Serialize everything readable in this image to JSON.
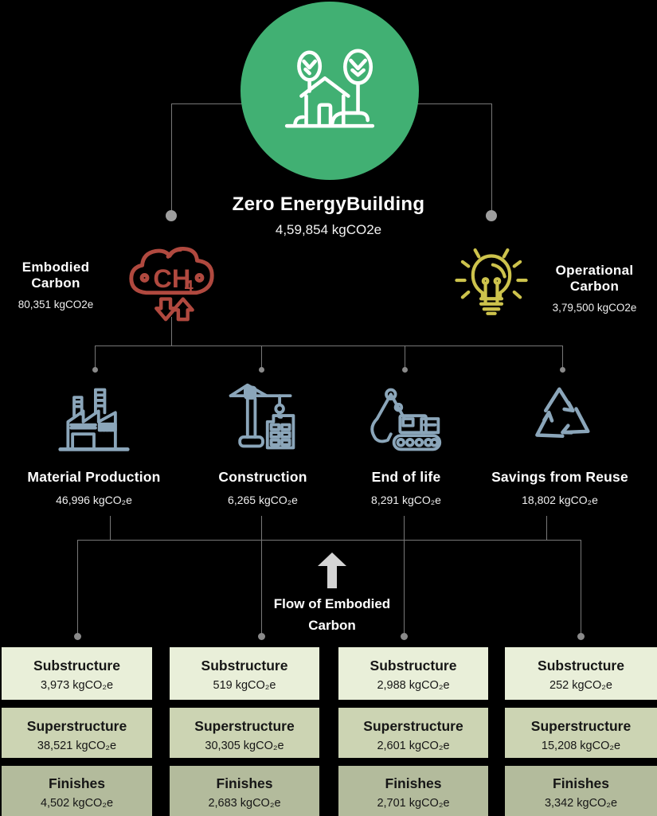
{
  "root": {
    "title": "Zero EnergyBuilding",
    "value": "4,59,854 kgCO2e"
  },
  "branches": {
    "embodied": {
      "label": "Embodied Carbon",
      "value": "80,351 kgCO2e",
      "gas": "CH",
      "gas_subscript": "4"
    },
    "operational": {
      "label": "Operational Carbon",
      "value": "3,79,500 kgCO2e"
    }
  },
  "stages": [
    {
      "label": "Material Production",
      "value": "46,996 kgCO₂e",
      "icon": "factory-icon"
    },
    {
      "label": "Construction",
      "value": "6,265 kgCO₂e",
      "icon": "crane-icon"
    },
    {
      "label": "End of life",
      "value": "8,291 kgCO₂e",
      "icon": "excavator-icon"
    },
    {
      "label": "Savings from Reuse",
      "value": "18,802 kgCO₂e",
      "icon": "recycle-icon"
    }
  ],
  "flow_note": {
    "line1": "Flow of Embodied",
    "line2": "Carbon"
  },
  "breakdown": {
    "columns": [
      {
        "stage": "Material Production",
        "cells": [
          {
            "title": "Substructure",
            "value": "3,973 kgCO₂e"
          },
          {
            "title": "Superstructure",
            "value": "38,521 kgCO₂e"
          },
          {
            "title": "Finishes",
            "value": "4,502 kgCO₂e"
          }
        ]
      },
      {
        "stage": "Construction",
        "cells": [
          {
            "title": "Substructure",
            "value": "519 kgCO₂e"
          },
          {
            "title": "Superstructure",
            "value": "30,305 kgCO₂e"
          },
          {
            "title": "Finishes",
            "value": "2,683 kgCO₂e"
          }
        ]
      },
      {
        "stage": "End of life",
        "cells": [
          {
            "title": "Substructure",
            "value": "2,988 kgCO₂e"
          },
          {
            "title": "Superstructure",
            "value": "2,601 kgCO₂e"
          },
          {
            "title": "Finishes",
            "value": "2,701 kgCO₂e"
          }
        ]
      },
      {
        "stage": "Savings from Reuse",
        "cells": [
          {
            "title": "Substructure",
            "value": "252 kgCO₂e"
          },
          {
            "title": "Superstructure",
            "value": "15,208 kgCO₂e"
          },
          {
            "title": "Finishes",
            "value": "3,342 kgCO₂e"
          }
        ]
      }
    ]
  },
  "colors": {
    "background": "#000000",
    "root_circle": "#41b073",
    "embodied_icon": "#b0493f",
    "operational_icon": "#cdc34c",
    "stage_icon": "#8ba6ba",
    "connector": "#787878",
    "flow_arrow": "#d4d4d4",
    "box_row_substructure": "#e9efd9",
    "box_row_superstructure": "#ccd4b3",
    "box_row_finishes": "#b3bb9c"
  }
}
